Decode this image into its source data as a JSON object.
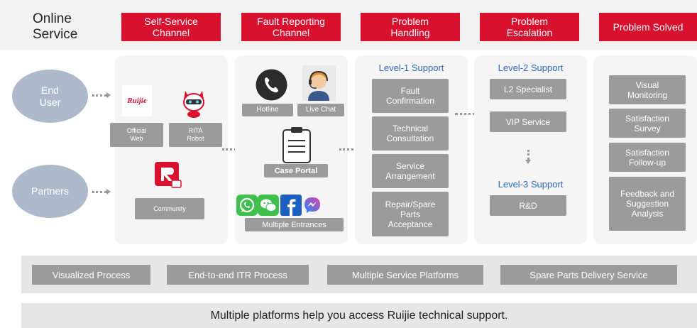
{
  "header": {
    "brand_line1": "Online",
    "brand_line2": "Service",
    "stages": [
      {
        "line1": "Self-Service",
        "line2": "Channel"
      },
      {
        "line1": "Fault Reporting",
        "line2": "Channel"
      },
      {
        "line1": "Problem",
        "line2": "Handling"
      },
      {
        "line1": "Problem",
        "line2": "Escalation"
      },
      {
        "line1": "Problem Solved",
        "line2": ""
      }
    ]
  },
  "users": {
    "end_user_line1": "End",
    "end_user_line2": "User",
    "partners": "Partners"
  },
  "self_service": {
    "logo_text": "Ruijie",
    "official_web_line1": "Official",
    "official_web_line2": "Web",
    "rita_line1": "RITA",
    "rita_line2": "Robot",
    "community": "Community"
  },
  "fault_reporting": {
    "hotline": "Hotline",
    "live_chat": "Live Chat",
    "case_portal": "Case Portal",
    "multiple_entrances": "Multiple Entrances"
  },
  "handling": {
    "title": "Level-1 Support",
    "items": [
      {
        "line1": "Fault",
        "line2": "Confirmation",
        "line3": ""
      },
      {
        "line1": "Technical",
        "line2": "Consultation",
        "line3": ""
      },
      {
        "line1": "Service",
        "line2": "Arrangement",
        "line3": ""
      },
      {
        "line1": "Repair/Spare",
        "line2": "Parts",
        "line3": "Acceptance"
      }
    ]
  },
  "escalation": {
    "level2_title": "Level-2 Support",
    "l2_specialist": "L2 Specialist",
    "vip_service": "VIP Service",
    "level3_title": "Level-3 Support",
    "rnd": "R&D"
  },
  "solved": {
    "items": [
      {
        "line1": "Visual",
        "line2": "Monitoring",
        "line3": ""
      },
      {
        "line1": "Satisfaction",
        "line2": "Survey",
        "line3": ""
      },
      {
        "line1": "Satisfaction",
        "line2": "Follow-up",
        "line3": ""
      },
      {
        "line1": "Feedback and",
        "line2": "Suggestion",
        "line3": "Analysis"
      }
    ]
  },
  "features": [
    "Visualized Process",
    "End-to-end ITR Process",
    "Multiple Service Platforms",
    "Spare Parts Delivery Service"
  ],
  "footer": "Multiple platforms help you access Ruijie technical support.",
  "colors": {
    "accent_red": "#d8112f",
    "button_gray": "#9b9b9b",
    "oval_blue_gray": "#aebacb",
    "link_blue": "#3069b5"
  }
}
